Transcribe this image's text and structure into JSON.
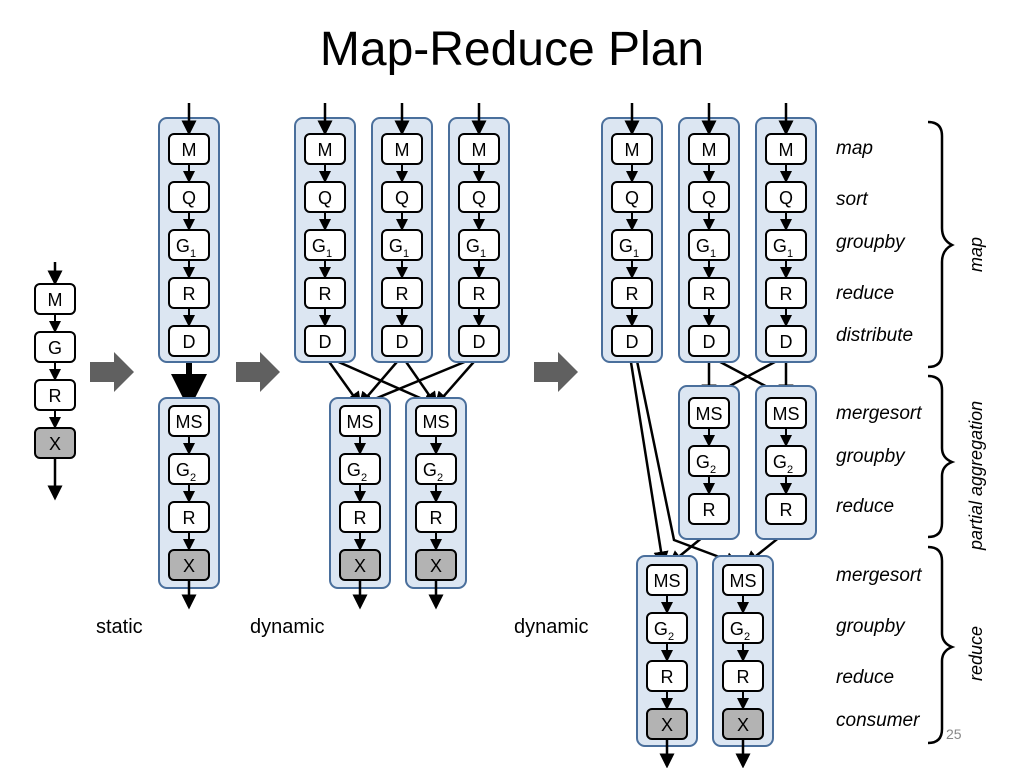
{
  "title": "Map-Reduce Plan",
  "captions": {
    "static": "static",
    "dynamic1": "dynamic",
    "dynamic2": "dynamic"
  },
  "stage_labels": {
    "map": "map",
    "sort": "sort",
    "groupby": "groupby",
    "reduce": "reduce",
    "distribute": "distribute",
    "mergesort": "mergesort",
    "consumer": "consumer"
  },
  "group_labels": {
    "map": "map",
    "partial": "partial aggregation",
    "reduce": "reduce"
  },
  "node_labels": {
    "M": "M",
    "G": "G",
    "Q": "Q",
    "G1": "G",
    "G2": "G",
    "R": "R",
    "D": "D",
    "MS": "MS",
    "X": "X",
    "sub1": "1",
    "sub2": "2"
  },
  "page_number": "25",
  "colors": {
    "container_fill": "#dce6f2",
    "container_stroke": "#4a6f9c",
    "node_fill": "#ffffff",
    "consumer_fill": "#b3b3b3",
    "arrow": "#000000",
    "block_arrow": "#606060"
  }
}
